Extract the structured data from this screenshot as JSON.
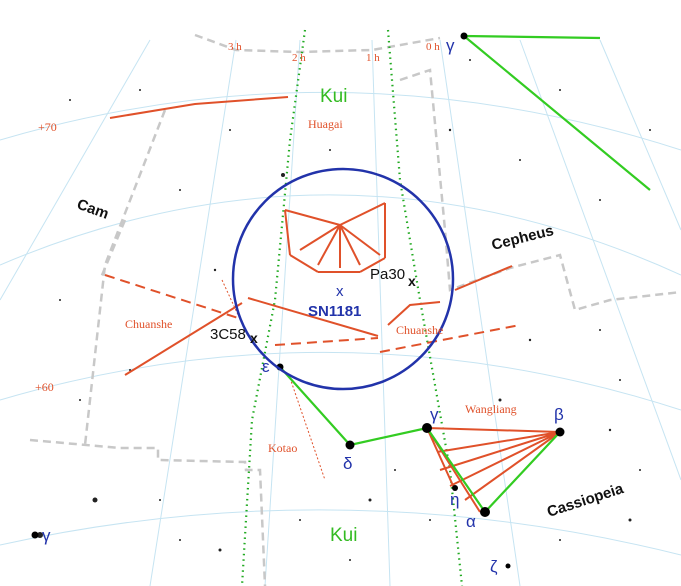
{
  "ra_labels": [
    "3 h",
    "2 h",
    "1 h",
    "0 h"
  ],
  "dec_labels": [
    "+70",
    "+60"
  ],
  "constellations": [
    "Cam",
    "Cepheus",
    "Cassiopeia"
  ],
  "chinese_asterisms": {
    "kui_top": "Kui",
    "kui_bottom": "Kui",
    "huagai": "Huagai",
    "chuanshe_left": "Chuanshe",
    "chuanshe_right": "Chuanshe",
    "wangliang": "Wangliang",
    "kotao": "Kotao"
  },
  "objects": {
    "sn": "SN1181",
    "sn_marker": "x",
    "pa30": "Pa30",
    "c3c58": "3C58",
    "obj_marker": "x"
  },
  "greek": {
    "gamma_cep": "γ",
    "gamma_cam": "γ",
    "epsilon": "ε",
    "delta": "δ",
    "gamma_cas": "γ",
    "beta": "β",
    "eta": "η",
    "alpha": "α",
    "zeta": "ζ"
  },
  "colors": {
    "grid": "#c6e4f2",
    "asterism": "#e0512a",
    "constellation_line": "#33cc22",
    "circle": "#2233aa",
    "kui_boundary": "#22aa22",
    "boundary": "#c8c8c8",
    "label_red": "#e0512a",
    "label_green": "#33bb22",
    "label_blue": "#2233aa"
  }
}
